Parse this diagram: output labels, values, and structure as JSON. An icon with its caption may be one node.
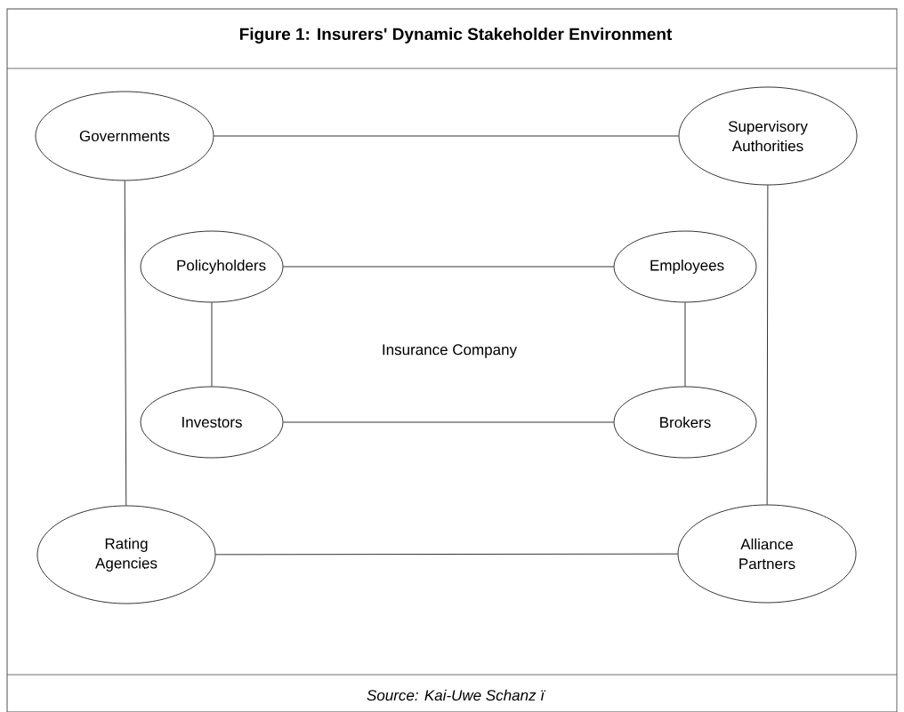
{
  "diagram": {
    "title": "Figure 1: Insurers' Dynamic Stakeholder Environment",
    "caption": "Source: Kai-Uwe Schanz ï",
    "nodes": [
      {
        "text": [
          "Governments"
        ]
      },
      {
        "text": [
          "Supervisory Authorities"
        ]
      },
      {
        "text": [
          "Policyholders"
        ]
      },
      {
        "text": [
          "Employees"
        ]
      },
      {
        "text": [
          "Investors"
        ]
      },
      {
        "text": [
          "Brokers"
        ]
      },
      {
        "text": [
          "Rating Agencies"
        ]
      },
      {
        "text": [
          "Alliance Partners"
        ]
      }
    ],
    "edges": [
      {
        "from": 0,
        "to": 1,
        "arrow": "none"
      },
      {
        "from": 2,
        "to": 3,
        "arrow": "none"
      },
      {
        "from": 0,
        "to": 6,
        "arrow": "none"
      },
      {
        "from": 1,
        "to": 7,
        "arrow": "none"
      },
      {
        "from": 2,
        "to": 4,
        "arrow": "none"
      },
      {
        "from": 3,
        "to": 5,
        "arrow": "none"
      },
      {
        "from": 4,
        "to": 5,
        "arrow": "none"
      },
      {
        "from": 6,
        "to": 7,
        "arrow": "none"
      }
    ],
    "labels": [
      "Insurance Company"
    ]
  }
}
